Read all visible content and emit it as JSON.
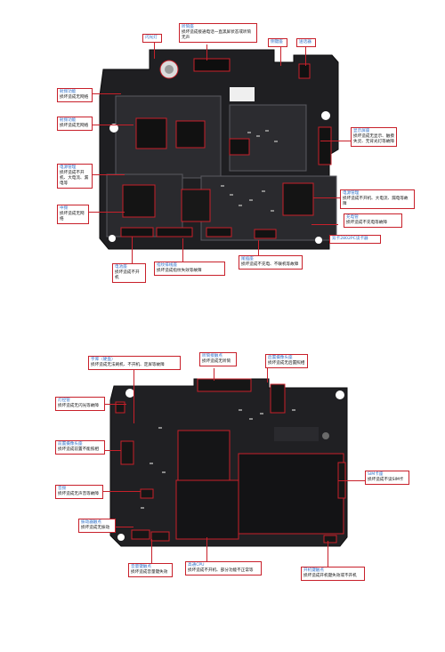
{
  "colors": {
    "accent": "#c8202a",
    "title_blue": "#2f6fc7",
    "board": "#1f1f22",
    "shield": "#3a3a3e"
  },
  "top": {
    "callouts": [
      {
        "id": "flash",
        "title": "闪光灯",
        "desc": ""
      },
      {
        "id": "earpiece",
        "title": "听筒座",
        "desc": "损坏造成接通电话一直黑屏状态或听筒无声"
      },
      {
        "id": "side_key",
        "title": "侧键座",
        "desc": ""
      },
      {
        "id": "mic",
        "title": "送话器",
        "desc": ""
      },
      {
        "id": "rf",
        "title": "射频功能",
        "desc": "损坏造成无网络"
      },
      {
        "id": "rf2",
        "title": "射频功能",
        "desc": "损坏造成无网络"
      },
      {
        "id": "lcd",
        "title": "显示屏座",
        "desc": "损坏造成无显示、触摸失灵、无背光灯等故障"
      },
      {
        "id": "power_mgmt",
        "title": "电源管理",
        "desc": "损坏造成不开机、大电流、漏电等"
      },
      {
        "id": "power_mgmt2",
        "title": "电源管理",
        "desc": "损坏造成不开机、大电流、漏电等故障"
      },
      {
        "id": "charge_ic",
        "title": "充电管",
        "desc": "损坏造成不充电等故障"
      },
      {
        "id": "baseband",
        "title": "中频",
        "desc": "损坏造成无网络"
      },
      {
        "id": "sim_card",
        "title": "双卡2802PC读卡器",
        "desc": ""
      },
      {
        "id": "battery",
        "title": "电池座",
        "desc": "损坏造成不开机"
      },
      {
        "id": "fingerprint",
        "title": "指纹排线座",
        "desc": "损坏造成指纹失效等故障"
      },
      {
        "id": "tail",
        "title": "尾插座",
        "desc": "损坏造成不充电、不联机等故障"
      }
    ]
  },
  "bottom": {
    "callouts": [
      {
        "id": "storage",
        "title": "字库（硬盘）",
        "desc": "损坏造成无法刷机、不开机、定屏等故障"
      },
      {
        "id": "cam_front_conn",
        "title": "听筒接触点",
        "desc": "损坏造成无听筒"
      },
      {
        "id": "rear_cam",
        "title": "后置摄像头座",
        "desc": "损坏造成无后置照相"
      },
      {
        "id": "torch",
        "title": "灯控管",
        "desc": "损坏造成无闪光等故障"
      },
      {
        "id": "front_cam",
        "title": "前置摄像头座",
        "desc": "损坏造成前置不能照相"
      },
      {
        "id": "audio",
        "title": "音频",
        "desc": "损坏造成无声音等故障"
      },
      {
        "id": "sim_slot",
        "title": "SIM卡座",
        "desc": "损坏造成不读SIM卡"
      },
      {
        "id": "vibrator",
        "title": "振动器触点",
        "desc": "损坏造成无振动"
      },
      {
        "id": "vol_key",
        "title": "音量键触点",
        "desc": "损坏造成音量键失效"
      },
      {
        "id": "cpu",
        "title": "高通CPU",
        "desc": "损坏造成不开机、部分功能不正常等"
      },
      {
        "id": "power_key",
        "title": "开机键触点",
        "desc": "损坏造成开机键失效或不开机"
      }
    ]
  }
}
